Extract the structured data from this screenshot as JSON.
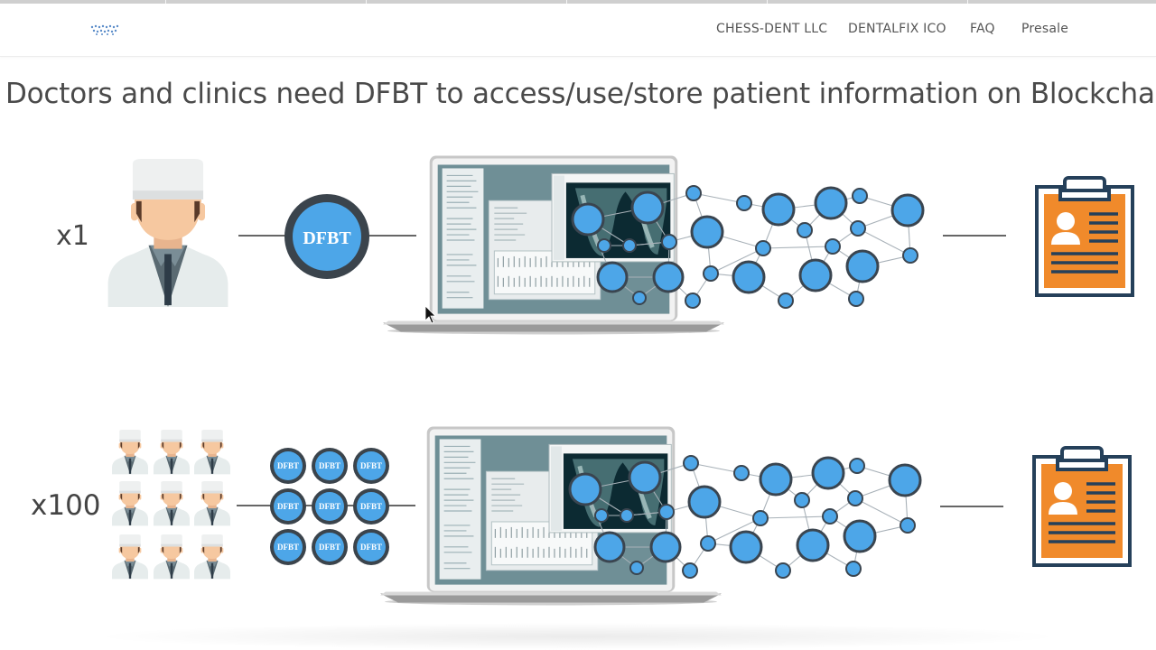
{
  "nav": {
    "logo_icon": "brand-logo-icon",
    "items": [
      {
        "label": "CHESS-DENT LLC"
      },
      {
        "label": "DENTALFIX ICO"
      },
      {
        "label": "FAQ"
      },
      {
        "label": "Presale"
      }
    ]
  },
  "main": {
    "headline": "Doctors and clinics need DFBT to access/use/store patient information on Blockchain",
    "rows": [
      {
        "multiplier": "x1",
        "token_label": "DFBT"
      },
      {
        "multiplier": "x100",
        "token_label": "DFBT"
      }
    ]
  },
  "icons": {
    "doctor": "doctor-avatar-icon",
    "token": "dfbt-token-icon",
    "laptop": "laptop-dental-software-icon",
    "network": "blockchain-network-icon",
    "clipboard": "patient-record-clipboard-icon",
    "cursor": "mouse-cursor-icon"
  },
  "colors": {
    "node_blue": "#4da6e8",
    "node_outline": "#3a4550",
    "clipboard_orange": "#f08a2b",
    "clipboard_frame": "#25405a",
    "scrub_green": "#7d8b84"
  }
}
